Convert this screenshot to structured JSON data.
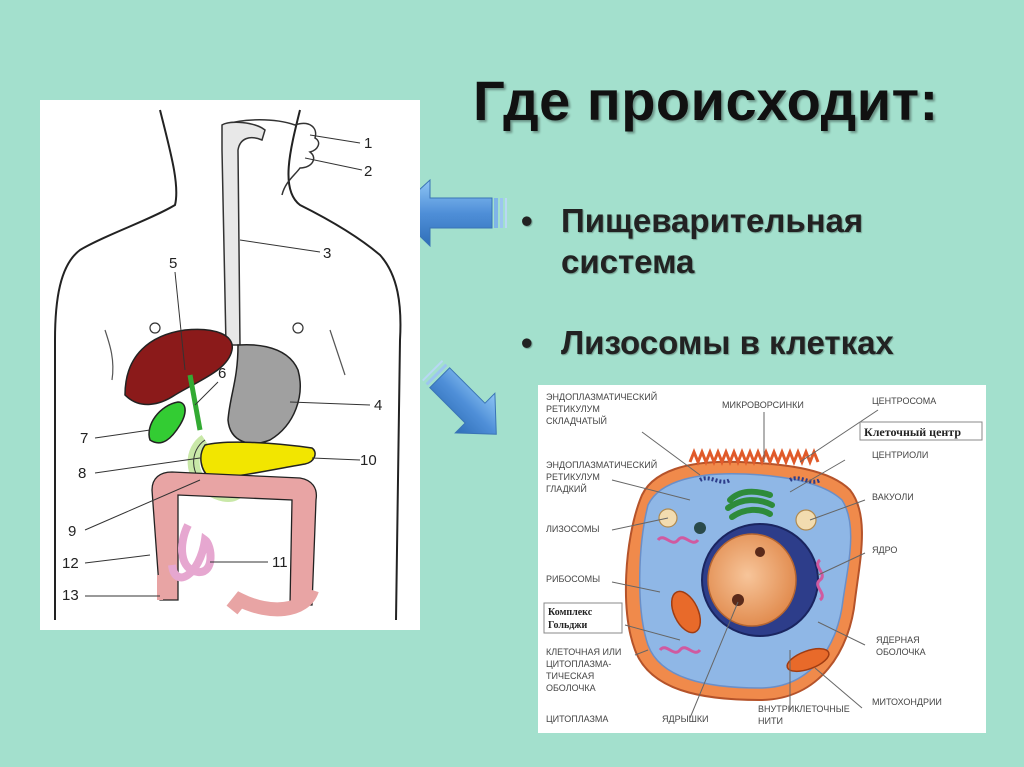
{
  "title": "Где происходит:",
  "bullets": [
    {
      "marker": "•",
      "text_line1": "Пищеварительная",
      "text_line2": "система"
    },
    {
      "marker": "•",
      "text_line1": "Лизосомы в клетках"
    }
  ],
  "digestive_diagram": {
    "numbers": [
      "1",
      "2",
      "3",
      "4",
      "5",
      "6",
      "7",
      "8",
      "9",
      "10",
      "11",
      "12",
      "13"
    ]
  },
  "cell_diagram": {
    "labels": {
      "er_rough": [
        "ЭНДОПЛАЗМАТИЧЕСКИЙ",
        "РЕТИКУЛУМ",
        "СКЛАДЧАТЫЙ"
      ],
      "microvilli": "МИКРОВОРСИНКИ",
      "centrosome": "ЦЕНТРОСОМА",
      "cell_center": "Клеточный центр",
      "er_smooth": [
        "ЭНДОПЛАЗМАТИЧЕСКИЙ",
        "РЕТИКУЛУМ",
        "ГЛАДКИЙ"
      ],
      "centrioles": "ЦЕНТРИОЛИ",
      "vacuoles": "ВАКУОЛИ",
      "lysosomes": "ЛИЗОСОМЫ",
      "nucleus": "ЯДРО",
      "ribosomes": "РИБОСОМЫ",
      "golgi": [
        "Комплекс",
        "Гольджи"
      ],
      "nuclear_envelope": [
        "ЯДЕРНАЯ",
        "ОБОЛОЧКА"
      ],
      "membrane": [
        "КЛЕТОЧНАЯ ИЛИ",
        "ЦИТОПЛАЗМА-",
        "ТИЧЕСКАЯ",
        "ОБОЛОЧКА"
      ],
      "mitochondria": "МИТОХОНДРИИ",
      "cytoplasm": "ЦИТОПЛАЗМА",
      "nucleoli": "ЯДРЫШКИ",
      "filaments": [
        "ВНУТРИКЛЕТОЧНЫЕ",
        "НИТИ"
      ]
    }
  },
  "colors": {
    "background": "#a3e0cd",
    "liver": "#8b1a1a",
    "stomach": "#a0a0a0",
    "gallbladder": "#33cc33",
    "pancreas": "#f2e600",
    "intestine": "#e8a4a4",
    "arrow": "#5a9de0"
  }
}
